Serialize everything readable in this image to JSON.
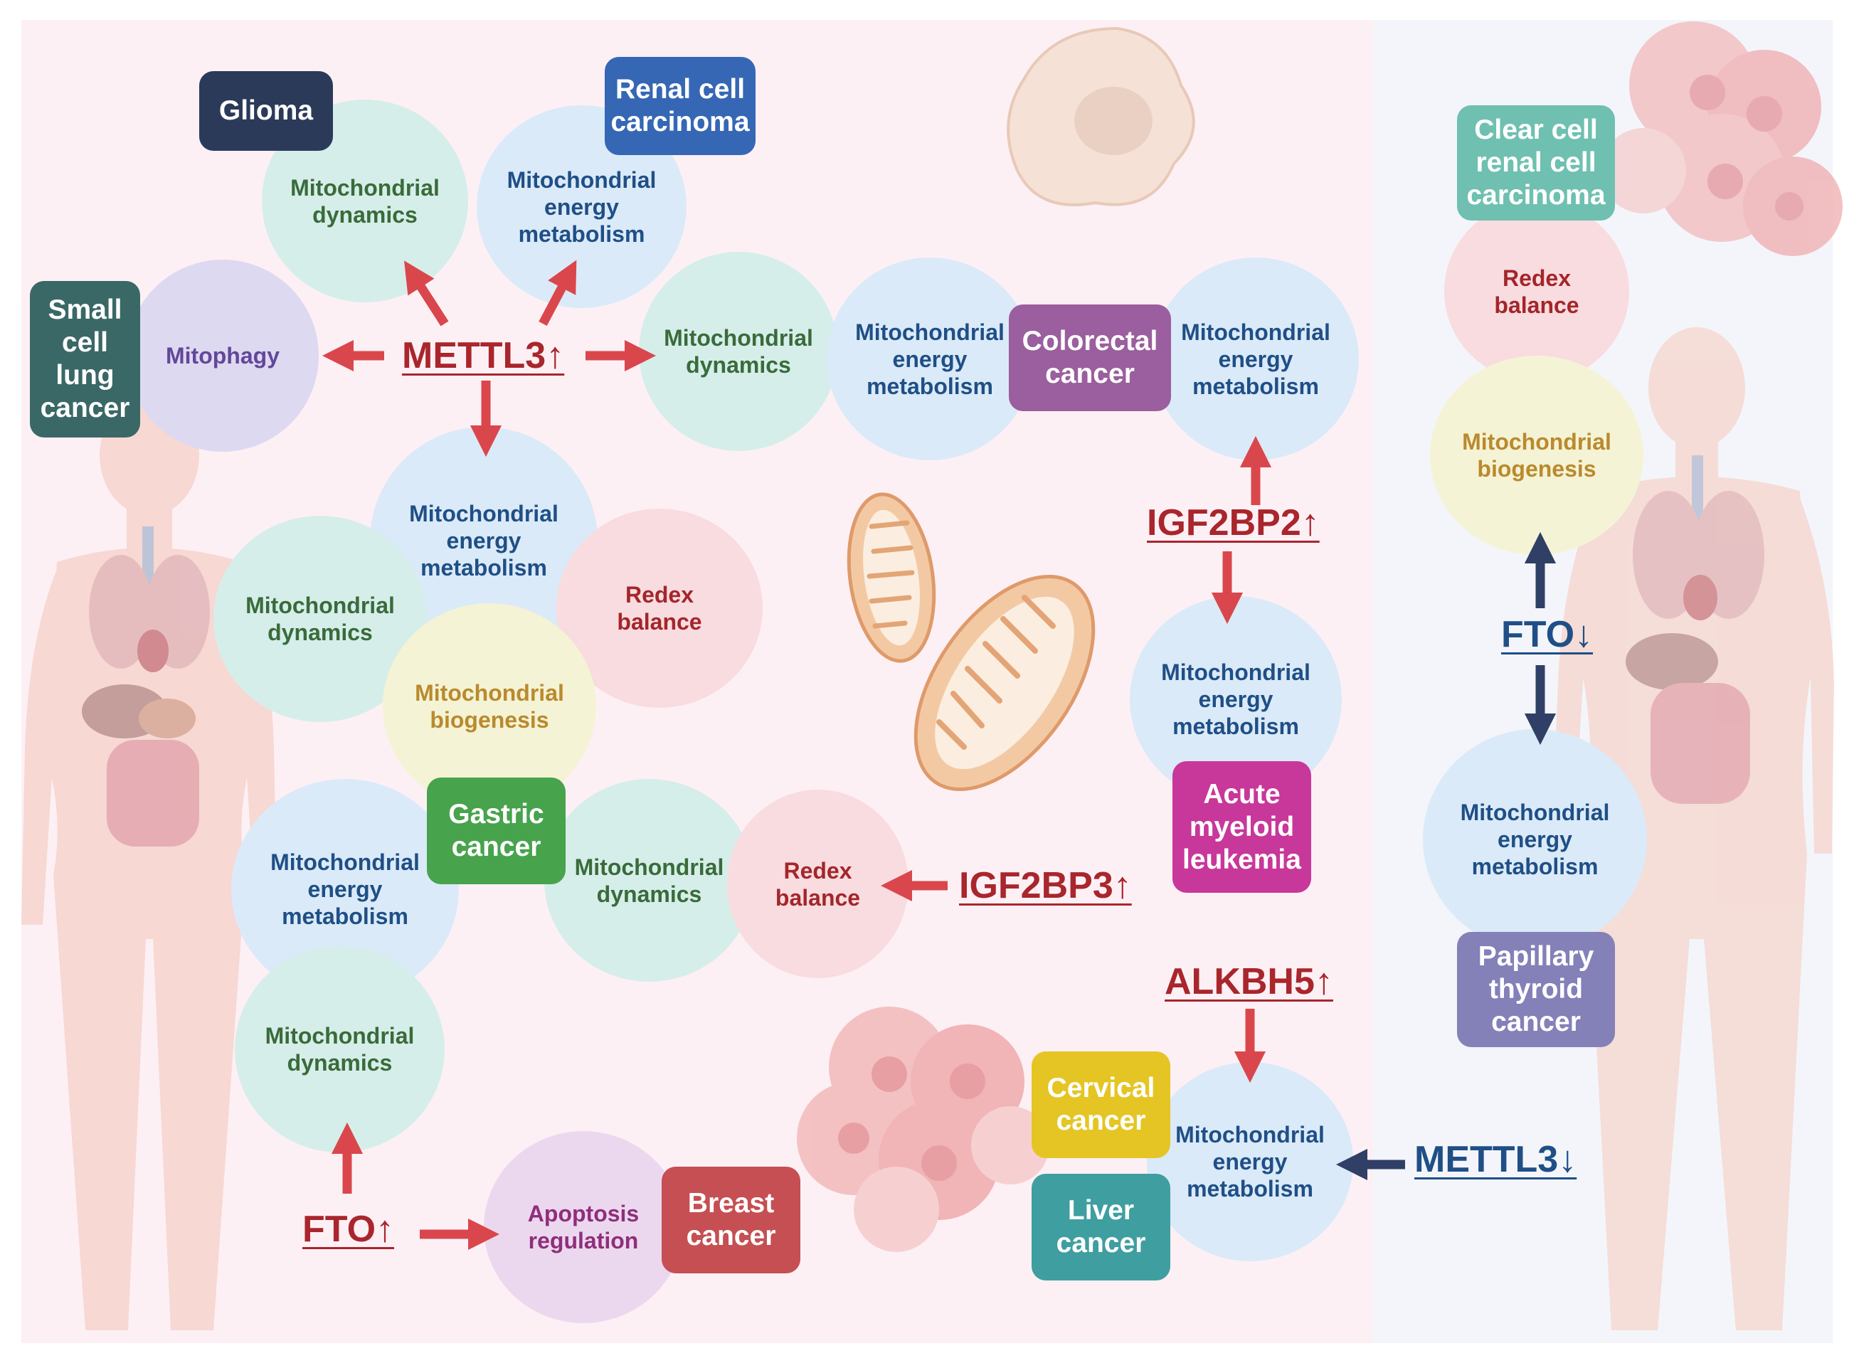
{
  "colors": {
    "red_arrow": "#d9474c",
    "navy_arrow": "#2f3f66",
    "glioma": "#2c3a5a",
    "renal_cell_carcinoma": "#3567b4",
    "small_cell_lung_cancer": "#3a6866",
    "colorectal_cancer": "#9b5e9e",
    "gastric_cancer": "#47a34c",
    "acute_myeloid_leukemia": "#c8379a",
    "breast_cancer": "#c54f52",
    "cervical_cancer": "#e5c524",
    "liver_cancer": "#3f9ea0",
    "clear_cell_renal_cell_carcinoma": "#6fc0b0",
    "papillary_thyroid_cancer": "#8480b8"
  },
  "genes": {
    "mettl3_up": "METTL3↑",
    "igf2bp2_up": "IGF2BP2↑",
    "igf2bp3_up": "IGF2BP3↑",
    "alkbh5_up": "ALKBH5↑",
    "mettl3_down": "METTL3↓",
    "fto_up": "FTO↑",
    "fto_down": "FTO↓"
  },
  "cancers": {
    "glioma": "Glioma",
    "renal_cell_carcinoma": "Renal cell\ncarcinoma",
    "small_cell_lung_cancer": "Small\ncell\nlung\ncancer",
    "colorectal_cancer": "Colorectal\ncancer",
    "gastric_cancer": "Gastric\ncancer",
    "acute_myeloid_leukemia": "Acute\nmyeloid\nleukemia",
    "breast_cancer": "Breast\ncancer",
    "cervical_cancer": "Cervical\ncancer",
    "liver_cancer": "Liver\ncancer",
    "clear_cell_renal_cell_carcinoma": "Clear cell\nrenal cell\ncarcinoma",
    "papillary_thyroid_cancer": "Papillary\nthyroid\ncancer"
  },
  "processes": {
    "glioma_dynamics": "Mitochondrial\ndynamics",
    "renal_energy": "Mitochondrial\nenergy\nmetabolism",
    "sclc_mitophagy": "Mitophagy",
    "crc_dynamics": "Mitochondrial\ndynamics",
    "crc_energy_left": "Mitochondrial\nenergy\nmetabolism",
    "crc_energy_right": "Mitochondrial\nenergy\nmetabolism",
    "gastric_energy_top": "Mitochondrial\nenergy\nmetabolism",
    "gastric_dynamics_top": "Mitochondrial\ndynamics",
    "gastric_redox_top": "Redex\nbalance",
    "gastric_biogenesis": "Mitochondrial\nbiogenesis",
    "gastric_energy_bottom": "Mitochondrial\nenergy\nmetabolism",
    "gastric_dynamics_right": "Mitochondrial\ndynamics",
    "gastric_redox_right": "Redex\nbalance",
    "gastric_dynamics_bottom": "Mitochondrial\ndynamics",
    "breast_apoptosis": "Apoptosis\nregulation",
    "aml_energy": "Mitochondrial\nenergy\nmetabolism",
    "cervical_liver_energy": "Mitochondrial\nenergy\nmetabolism",
    "ccrcc_redox": "Redex\nbalance",
    "ccrcc_biogenesis": "Mitochondrial\nbiogenesis",
    "ptc_energy": "Mitochondrial\nenergy\nmetabolism"
  }
}
